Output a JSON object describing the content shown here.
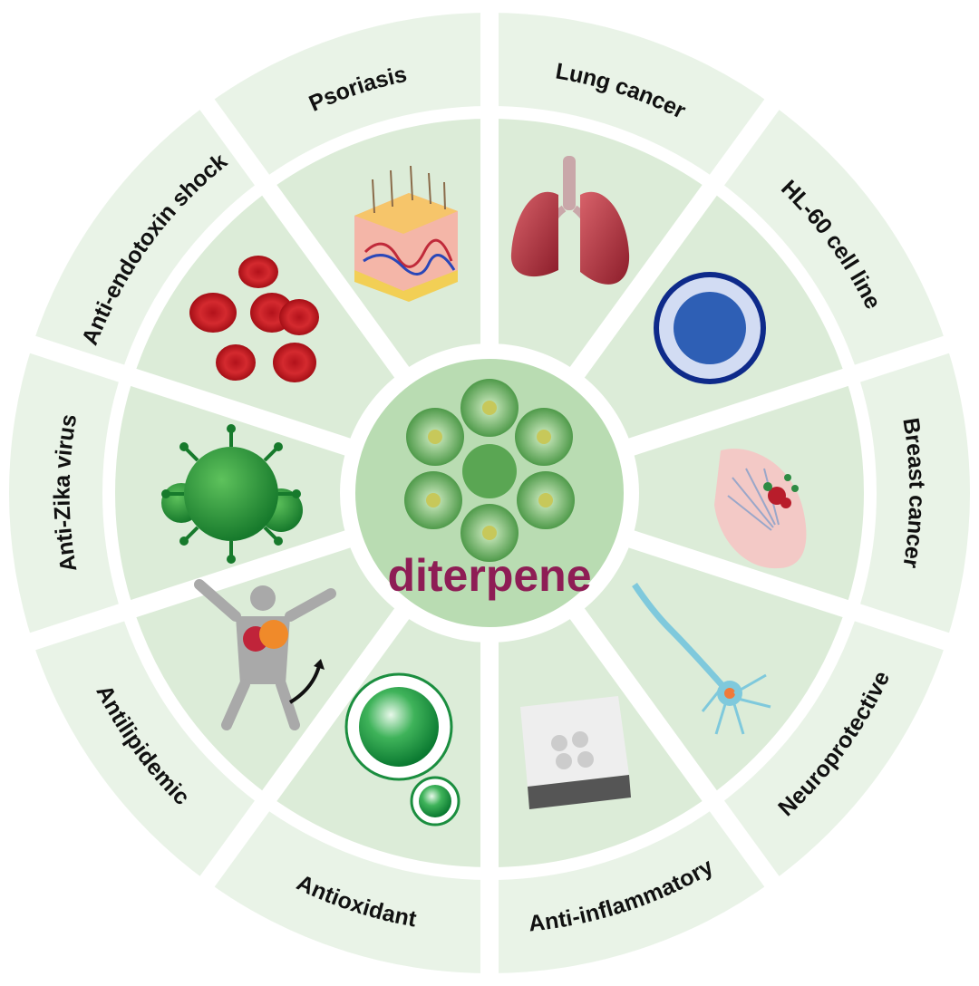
{
  "center": {
    "label": "diterpene",
    "color": "#8e1d55",
    "icon": "diterpene-molecule-icon"
  },
  "colors": {
    "outer_ring": "#e9f3e7",
    "inner_ring": "#dcecd8",
    "hub": "#b9dcb2",
    "divider": "#ffffff"
  },
  "segments": [
    {
      "label": "Psoriasis",
      "icon": "skin-layers-icon"
    },
    {
      "label": "Lung cancer",
      "icon": "lungs-icon"
    },
    {
      "label": "HL-60 cell line",
      "icon": "cell-icon"
    },
    {
      "label": "Breast cancer",
      "icon": "breast-tissue-icon"
    },
    {
      "label": "Neuroprotective",
      "icon": "neuron-icon"
    },
    {
      "label": "Anti-inflammatory",
      "icon": "capsule-icon"
    },
    {
      "label": "Antioxidant",
      "icon": "antioxidant-sphere-icon"
    },
    {
      "label": "Antilipidemic",
      "icon": "human-body-icon"
    },
    {
      "label": "Anti-Zika virus",
      "icon": "virus-icon"
    },
    {
      "label": "Anti-endotoxin shock",
      "icon": "red-blood-cells-icon"
    }
  ]
}
